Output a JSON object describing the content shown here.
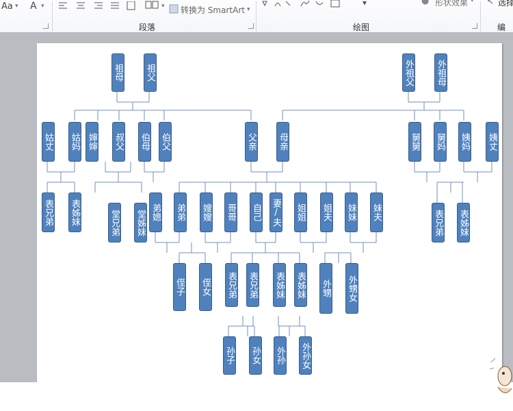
{
  "ribbon": {
    "font_size_label": "Aa",
    "font_color_label": "A",
    "smartart_button": "转换为 SmartArt",
    "shape_effects": "形状效果",
    "select_label": "选择",
    "groups": {
      "paragraph": "段落",
      "drawing": "绘图",
      "editing": "编辑"
    }
  },
  "chart": {
    "nodes": [
      {
        "id": "zumu",
        "text": "祖母"
      },
      {
        "id": "zufu",
        "text": "祖父"
      },
      {
        "id": "waizufu",
        "text": "外祖父"
      },
      {
        "id": "waizumu",
        "text": "外祖母"
      },
      {
        "id": "guzhang",
        "text": "姑丈"
      },
      {
        "id": "guma",
        "text": "姑妈"
      },
      {
        "id": "shenshen",
        "text": "婶婶"
      },
      {
        "id": "shufu",
        "text": "叔父"
      },
      {
        "id": "bomu",
        "text": "伯母"
      },
      {
        "id": "bofu",
        "text": "伯父"
      },
      {
        "id": "fuqin",
        "text": "父亲"
      },
      {
        "id": "muqin",
        "text": "母亲"
      },
      {
        "id": "jiujiu",
        "text": "舅舅"
      },
      {
        "id": "jiuma",
        "text": "舅妈"
      },
      {
        "id": "yima",
        "text": "姨妈"
      },
      {
        "id": "yizhang",
        "text": "姨丈"
      },
      {
        "id": "biaoxiongdi_l",
        "text": "表兄弟"
      },
      {
        "id": "biaozimei_l",
        "text": "表姊妹"
      },
      {
        "id": "tangxiongdi",
        "text": "堂兄弟"
      },
      {
        "id": "tangzimei",
        "text": "堂姊妹"
      },
      {
        "id": "dixi",
        "text": "弟媳"
      },
      {
        "id": "didi",
        "text": "弟弟"
      },
      {
        "id": "saosao",
        "text": "嫂嫂"
      },
      {
        "id": "gege",
        "text": "哥哥"
      },
      {
        "id": "ziji",
        "text": "自己"
      },
      {
        "id": "qifu",
        "text": "妻/夫"
      },
      {
        "id": "jiejie",
        "text": "姐姐"
      },
      {
        "id": "jiefu",
        "text": "姐夫"
      },
      {
        "id": "meimei",
        "text": "妹妹"
      },
      {
        "id": "meifu",
        "text": "妹夫"
      },
      {
        "id": "biaoxiongdi_r",
        "text": "表兄弟"
      },
      {
        "id": "biaozimei_r",
        "text": "表姊妹"
      },
      {
        "id": "zhizi",
        "text": "侄子"
      },
      {
        "id": "zhinv",
        "text": "侄女"
      },
      {
        "id": "erzi_biaoxiong",
        "text": "表兄弟"
      },
      {
        "id": "biaoxiong2",
        "text": "表兄弟"
      },
      {
        "id": "biaozimei3",
        "text": "表姊妹"
      },
      {
        "id": "biaozimei4",
        "text": "表姊妹"
      },
      {
        "id": "waisheng",
        "text": "外甥"
      },
      {
        "id": "waishengnv",
        "text": "外甥女"
      },
      {
        "id": "sunzi",
        "text": "孙子"
      },
      {
        "id": "sunnv",
        "text": "孙女"
      },
      {
        "id": "waisun",
        "text": "外孙"
      },
      {
        "id": "waisunnv",
        "text": "外孙女"
      }
    ]
  },
  "colors": {
    "node_fill": "#4f81bd",
    "node_border": "#385d8a",
    "connector": "#6d8fc0",
    "workspace": "#b9bcc1"
  }
}
